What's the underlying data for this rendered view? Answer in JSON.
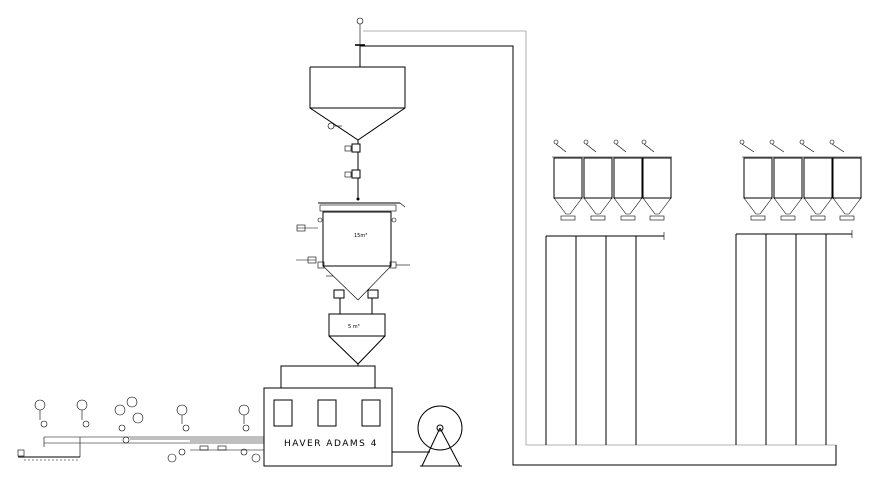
{
  "labels": {
    "vessel_volume": "15m³",
    "small_hopper_volume": "5 m³",
    "packer_label": "HAVER ADAMS 4"
  }
}
